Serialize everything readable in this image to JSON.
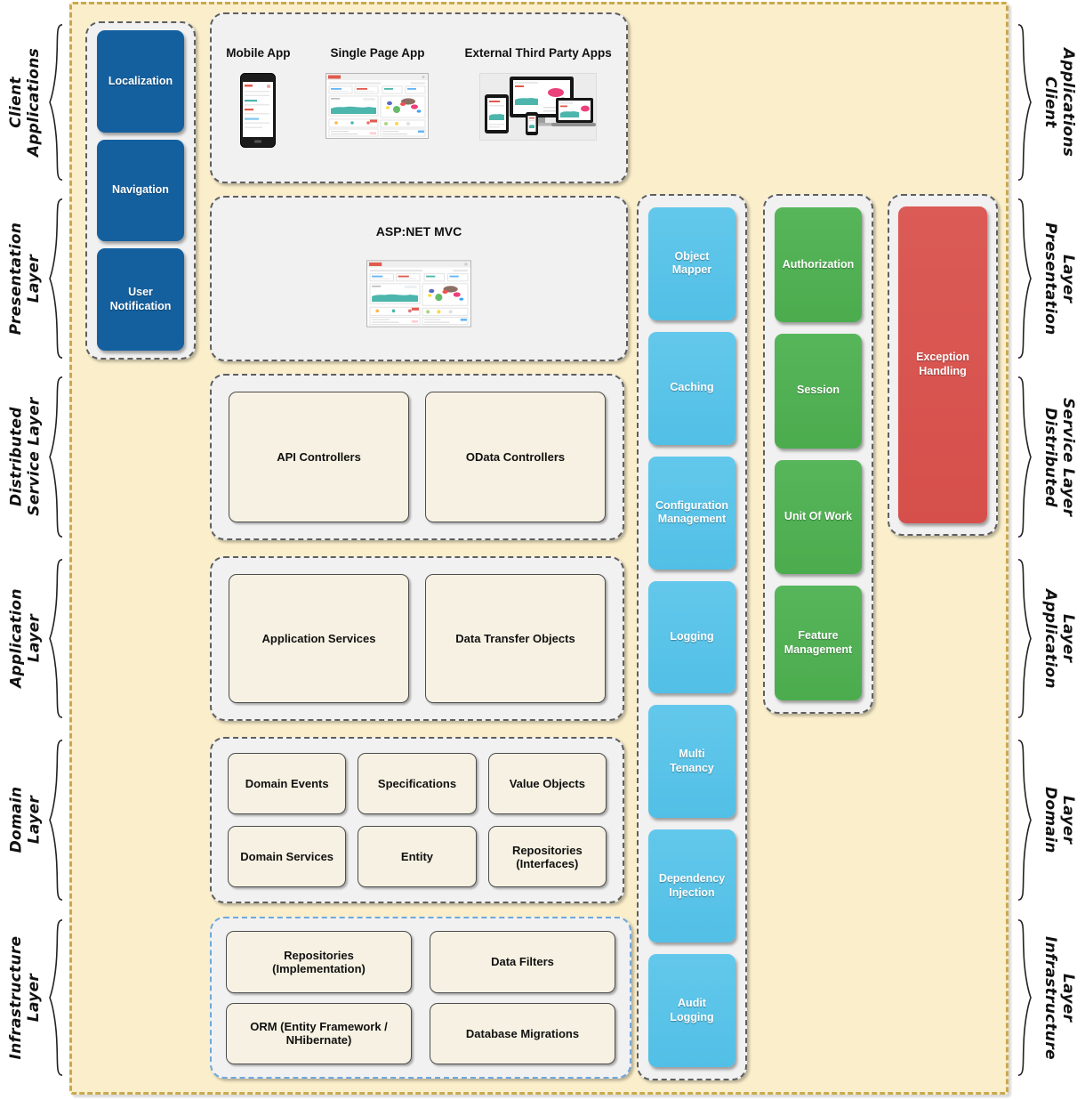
{
  "layers": [
    {
      "label": "Client\nApplications"
    },
    {
      "label": "Presentation\nLayer"
    },
    {
      "label": "Distributed\nService Layer"
    },
    {
      "label": "Application\nLayer"
    },
    {
      "label": "Domain\nLayer"
    },
    {
      "label": "Infrastructure\nLayer"
    }
  ],
  "side_panel": {
    "items": [
      "Localization",
      "Navigation",
      "User Notification"
    ]
  },
  "client_apps": {
    "labels": [
      "Mobile App",
      "Single Page App",
      "External Third Party Apps"
    ]
  },
  "presentation": {
    "title": "ASP:NET MVC"
  },
  "distributed_service": {
    "boxes": [
      "API Controllers",
      "OData Controllers"
    ]
  },
  "application_layer": {
    "boxes": [
      "Application Services",
      "Data Transfer Objects"
    ]
  },
  "domain_layer": {
    "boxes": [
      "Domain Events",
      "Specifications",
      "Value Objects",
      "Domain Services",
      "Entity",
      "Repositories (Interfaces)"
    ]
  },
  "infrastructure_layer": {
    "boxes": [
      "Repositories (Implementation)",
      "Data Filters",
      "ORM (Entity Framework / NHibernate)",
      "Database Migrations"
    ]
  },
  "cross_cutting": {
    "column1": [
      "Object Mapper",
      "Caching",
      "Configuration Management",
      "Logging",
      "Multi Tenancy",
      "Dependency Injection",
      "Audit Logging"
    ],
    "column2": [
      "Authorization",
      "Session",
      "Unit Of Work",
      "Feature Management"
    ],
    "column3": [
      "Exception Handling"
    ]
  },
  "colors": {
    "canvas_bg": "#FBEFCB",
    "canvas_border": "#C9A94F",
    "panel_bg": "#F1F1F1",
    "panel_border": "#5F5F5F",
    "infra_border": "#6FA8DC",
    "box_cream": "#F6F1E2",
    "box_blue": "#14609F",
    "box_cyan": "#52BFE6",
    "box_green": "#4BAC4E",
    "box_red": "#D64F4B"
  }
}
